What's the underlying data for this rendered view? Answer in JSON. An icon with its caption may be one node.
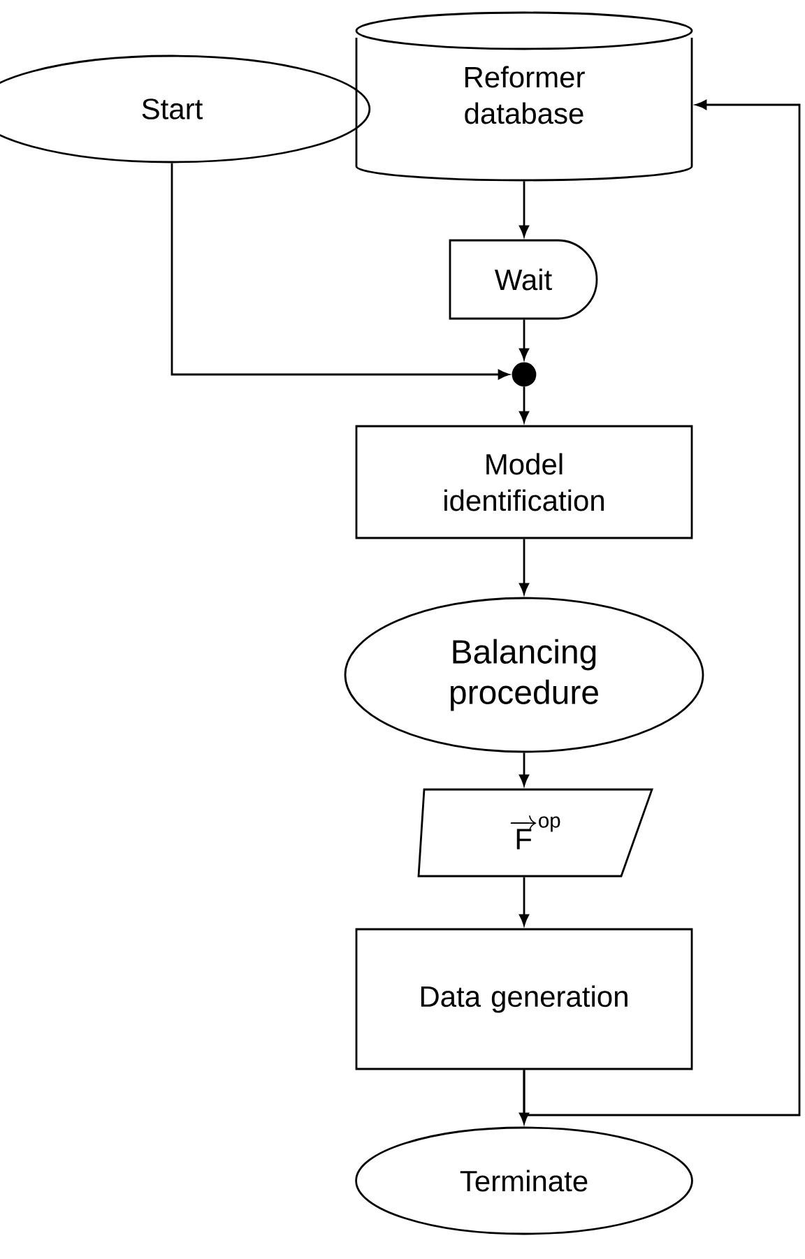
{
  "diagram": {
    "nodes": [
      {
        "text": [
          "Start"
        ]
      },
      {
        "text": [
          "Reformer database"
        ]
      },
      {
        "text": [
          "Wait"
        ]
      },
      {
        "text": [],
        "shape": "circle"
      },
      {
        "text": [
          "Model identification"
        ]
      },
      {
        "text": [
          "Balancing procedure"
        ]
      },
      {
        "text": [
          "\\overrightarrow{\\mathrm{F}}^{\\mathrm{op}}"
        ]
      },
      {
        "text": [
          "Data generation"
        ]
      },
      {
        "text": [
          "Terminate"
        ]
      }
    ],
    "edges": [
      {
        "from": 0,
        "to": 3,
        "arrow": "to"
      },
      {
        "from": 1,
        "to": 2,
        "arrow": "to"
      },
      {
        "from": 2,
        "to": 3,
        "arrow": "to"
      },
      {
        "from": 3,
        "to": 4,
        "arrow": "to"
      },
      {
        "from": 4,
        "to": 5,
        "arrow": "to"
      },
      {
        "from": 5,
        "to": 6,
        "arrow": "to"
      },
      {
        "from": 6,
        "to": 7,
        "arrow": "to"
      },
      {
        "from": 7,
        "to": 8,
        "arrow": "to"
      },
      {
        "from": 7,
        "to": 1,
        "arrow": "to"
      }
    ]
  }
}
